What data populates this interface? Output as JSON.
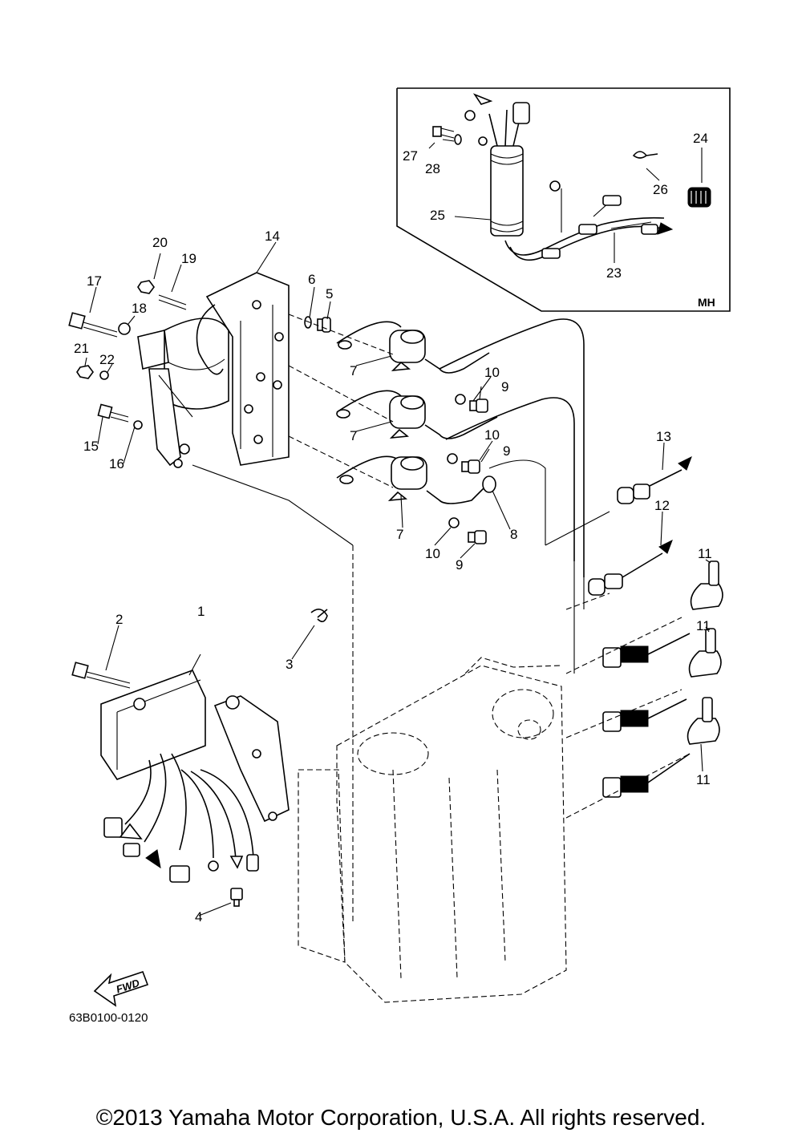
{
  "diagram": {
    "part_labels": [
      "1",
      "2",
      "3",
      "4",
      "5",
      "6",
      "7",
      "7",
      "7",
      "8",
      "9",
      "9",
      "9",
      "10",
      "10",
      "10",
      "11",
      "11",
      "11",
      "12",
      "13",
      "14",
      "15",
      "16",
      "17",
      "18",
      "19",
      "20",
      "21",
      "22",
      "23",
      "24",
      "25",
      "26",
      "27",
      "28"
    ],
    "inset_tag": "MH",
    "fwd_tag": "FWD",
    "drawing_code": "63B0100-0120"
  },
  "footer": {
    "copyright": "©2013 Yamaha Motor Corporation, U.S.A. All rights reserved."
  }
}
